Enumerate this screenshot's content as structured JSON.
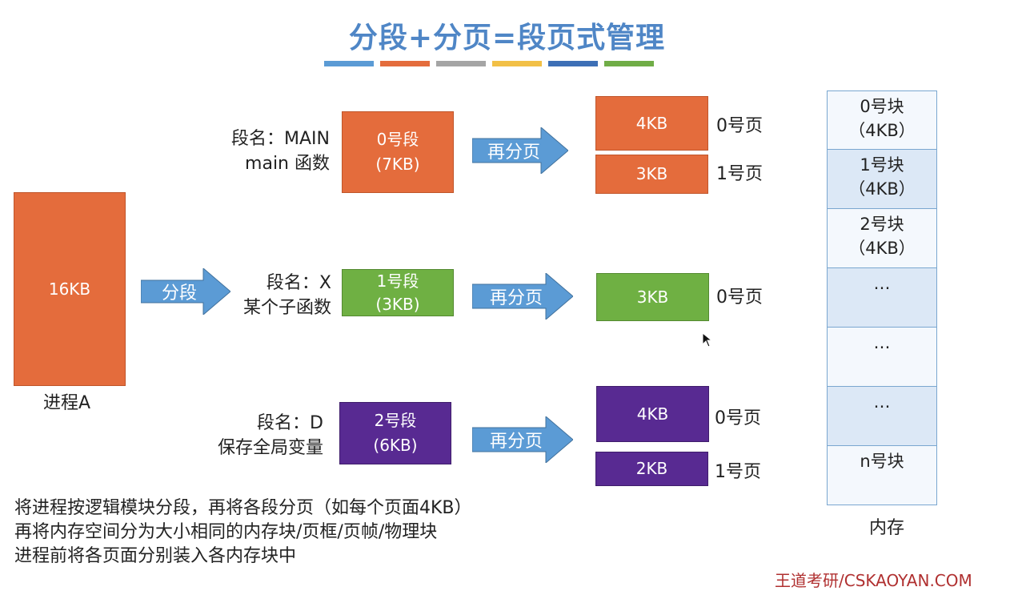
{
  "title": "分段+分页=段页式管理",
  "accent_bars": [
    "#5b9bd5",
    "#e46c3c",
    "#a5a5a5",
    "#f2c046",
    "#3d6fb6",
    "#70ad47"
  ],
  "process": {
    "box_text": "16KB",
    "label": "进程A"
  },
  "segment_arrow_label": "分段",
  "page_arrow_label": "再分页",
  "segments": [
    {
      "name_line1": "段名：MAIN",
      "name_line2": "main 函数",
      "box_line1": "0号段",
      "box_line2": "(7KB)",
      "pages": [
        {
          "size": "4KB",
          "label": "0号页"
        },
        {
          "size": "3KB",
          "label": "1号页"
        }
      ]
    },
    {
      "name_line1": "段名：X",
      "name_line2": "某个子函数",
      "box_line1": "1号段",
      "box_line2": "(3KB)",
      "pages": [
        {
          "size": "3KB",
          "label": "0号页"
        }
      ]
    },
    {
      "name_line1": "段名：D",
      "name_line2": "保存全局变量",
      "box_line1": "2号段",
      "box_line2": "(6KB)",
      "pages": [
        {
          "size": "4KB",
          "label": "0号页"
        },
        {
          "size": "2KB",
          "label": "1号页"
        }
      ]
    }
  ],
  "memory": {
    "label": "内存",
    "cells": [
      {
        "line1": "0号块",
        "line2": "（4KB）"
      },
      {
        "line1": "1号块",
        "line2": "（4KB）"
      },
      {
        "line1": "2号块",
        "line2": "（4KB）"
      },
      {
        "line1": "…",
        "line2": ""
      },
      {
        "line1": "…",
        "line2": ""
      },
      {
        "line1": "…",
        "line2": ""
      },
      {
        "line1": "n号块",
        "line2": ""
      }
    ]
  },
  "notes": [
    "将进程按逻辑模块分段，再将各段分页（如每个页面4KB）",
    "再将内存空间分为大小相同的内存块/页框/页帧/物理块",
    "进程前将各页面分别装入各内存块中"
  ],
  "watermark": "王道考研/CSKAOYAN.COM"
}
